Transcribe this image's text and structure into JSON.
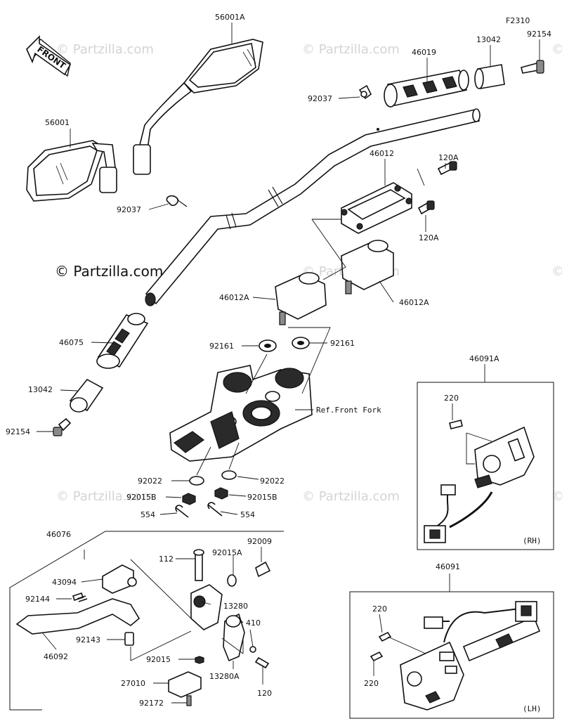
{
  "watermark": {
    "text": "© Partzilla.com",
    "main": "© Partzilla.com"
  },
  "front_badge": "FRONT",
  "callouts": {
    "p56001A": "56001A",
    "p56001": "56001",
    "pF2310": "F2310",
    "p92154_top": "92154",
    "p13042_top": "13042",
    "p46019": "46019",
    "p92037_top": "92037",
    "p46012": "46012",
    "p120A_top": "120A",
    "p120A_bot": "120A",
    "p92037_mid": "92037",
    "p46012A_left": "46012A",
    "p46012A_right": "46012A",
    "p46075": "46075",
    "p92161_left": "92161",
    "p92161_right": "92161",
    "p13042_left": "13042",
    "p92154_left": "92154",
    "ref_front_fork": "Ref.Front Fork",
    "p92022_left": "92022",
    "p92022_right": "92022",
    "p92015B_left": "92015B",
    "p92015B_right": "92015B",
    "p554_left": "554",
    "p554_right": "554",
    "p46091A": "46091A",
    "p220_rh": "220",
    "rh_tag": "(RH)",
    "p46076": "46076",
    "p112": "112",
    "p92009": "92009",
    "p92015A": "92015A",
    "p43094": "43094",
    "p13280": "13280",
    "p92144": "92144",
    "p410": "410",
    "p92143": "92143",
    "p46092": "46092",
    "p92015": "92015",
    "p13280A": "13280A",
    "p120": "120",
    "p27010": "27010",
    "p92172": "92172",
    "p46091": "46091",
    "p220_lh_top": "220",
    "p220_lh_bot": "220",
    "lh_tag": "(LH)"
  }
}
